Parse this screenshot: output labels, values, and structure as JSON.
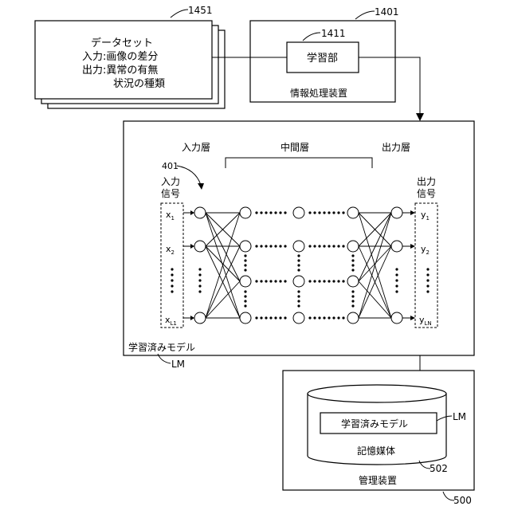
{
  "dataset": {
    "ref": "1451",
    "title": "データセット",
    "line1": "入力:画像の差分",
    "line2": "出力:異常の有無",
    "line3": "状況の種類"
  },
  "info_device": {
    "ref": "1401",
    "label": "情報処理装置",
    "learning_unit": {
      "ref": "1411",
      "label": "学習部"
    }
  },
  "model": {
    "label": "学習済みモデル",
    "ref": "LM",
    "network_ref": "401",
    "layer_input": "入力層",
    "layer_middle": "中間層",
    "layer_output": "出力層",
    "input_signal": [
      "入力",
      "信号"
    ],
    "output_signal": [
      "出力",
      "信号"
    ],
    "inputs": [
      {
        "base": "x",
        "sub": "1"
      },
      {
        "base": "x",
        "sub": "2"
      },
      {
        "base": "x",
        "sub": "L1"
      }
    ],
    "outputs": [
      {
        "base": "y",
        "sub": "1"
      },
      {
        "base": "y",
        "sub": "2"
      },
      {
        "base": "y",
        "sub": "LN"
      }
    ]
  },
  "mgmt_device": {
    "ref": "500",
    "label": "管理装置",
    "storage": {
      "ref": "502",
      "label": "記憶媒体",
      "model_label": "学習済みモデル",
      "model_ref": "LM"
    }
  }
}
